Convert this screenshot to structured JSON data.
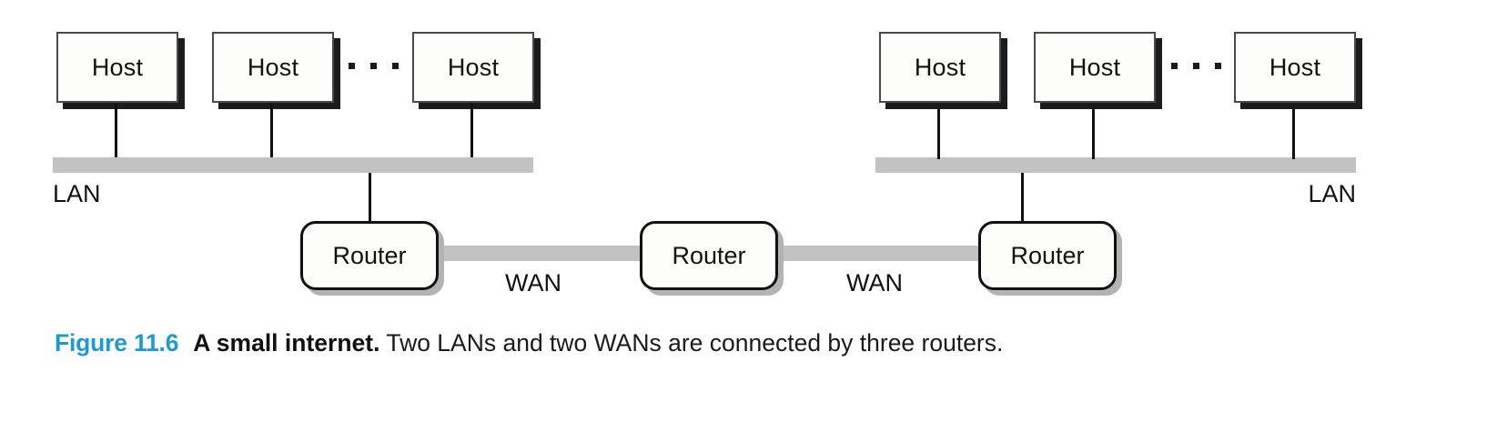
{
  "figure": {
    "caption": {
      "figure_number": "Figure 11.6",
      "title": "A small internet.",
      "description": "Two LANs and two WANs are connected by three routers."
    },
    "colors": {
      "bar_gray": "#c2c2c2",
      "figure_number_blue": "#1b9ad6",
      "line_black": "#111111",
      "node_fill": "#fdfdfb",
      "host_shadow": "#1c1c1c",
      "router_shadow": "#b3b3b3"
    }
  },
  "diagram": {
    "type": "network-topology",
    "left_lan": {
      "label": "LAN",
      "hosts": [
        {
          "label": "Host"
        },
        {
          "label": "Host"
        },
        {
          "label": "Host"
        }
      ],
      "ellipsis": "...",
      "router": {
        "label": "Router"
      }
    },
    "right_lan": {
      "label": "LAN",
      "hosts": [
        {
          "label": "Host"
        },
        {
          "label": "Host"
        },
        {
          "label": "Host"
        }
      ],
      "ellipsis": "...",
      "router": {
        "label": "Router"
      }
    },
    "middle_router": {
      "label": "Router"
    },
    "wans": [
      {
        "label": "WAN"
      },
      {
        "label": "WAN"
      }
    ]
  }
}
